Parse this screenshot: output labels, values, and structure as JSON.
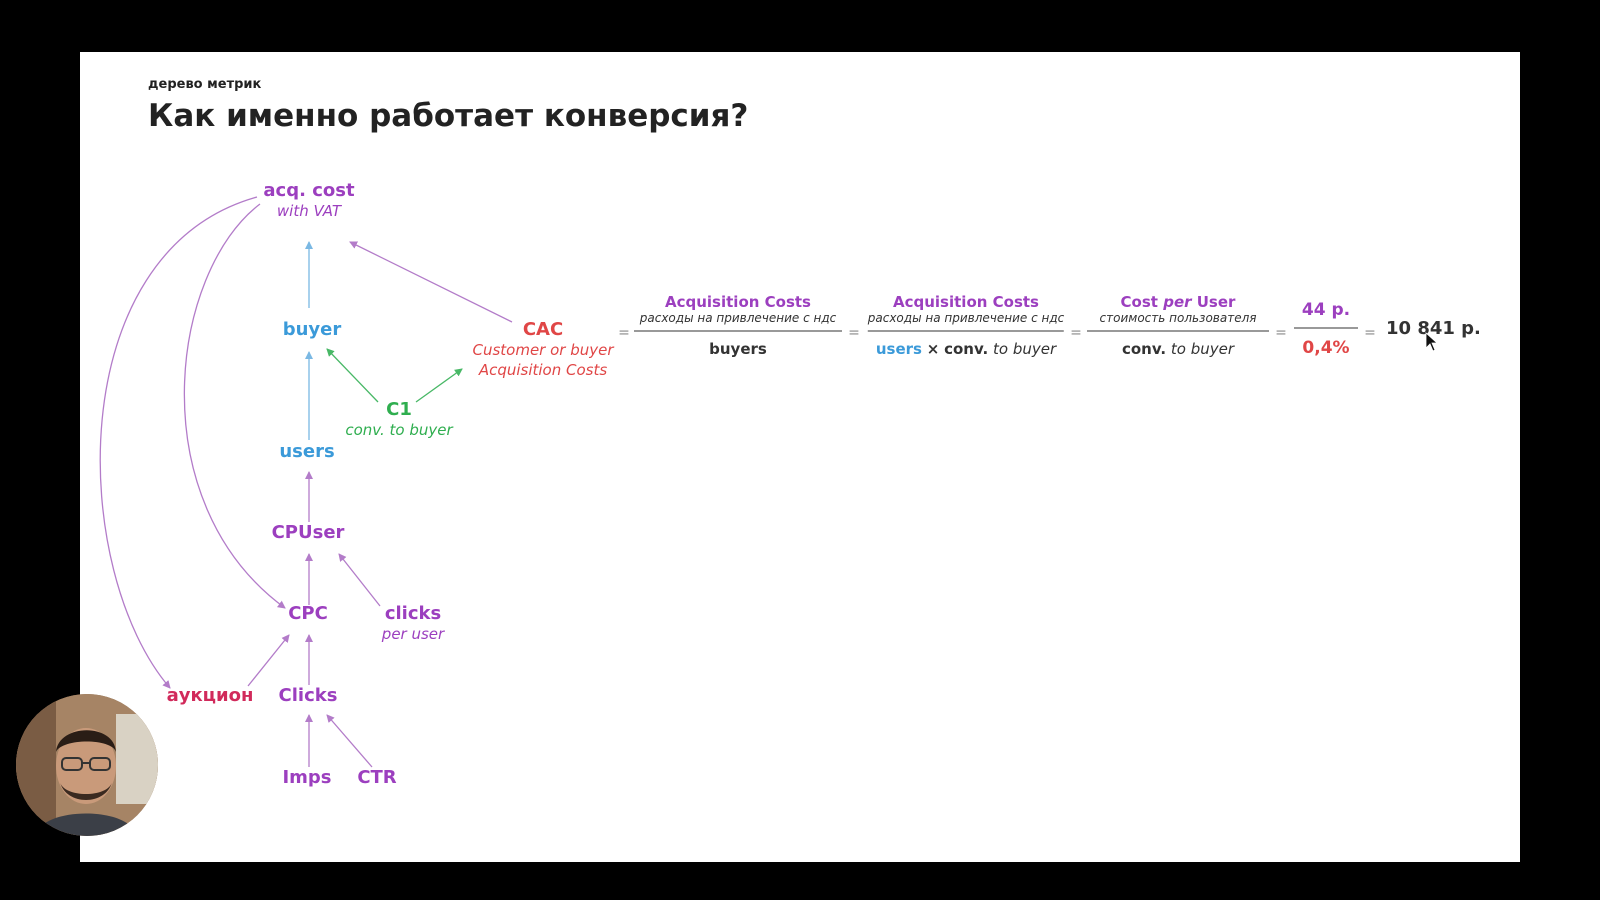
{
  "header": {
    "subtitle": "дерево метрик",
    "title": "Как именно работает конверсия?"
  },
  "tree": {
    "acq_cost": {
      "name": "acq. cost",
      "note": "with VAT"
    },
    "buyer": {
      "name": "buyer"
    },
    "cac": {
      "name": "CAC",
      "note1": "Customer or buyer",
      "note2": "Acquisition Costs"
    },
    "c1": {
      "name": "C1",
      "note": "conv. to buyer"
    },
    "users": {
      "name": "users"
    },
    "cpuser": {
      "name": "CPUser"
    },
    "cpc": {
      "name": "CPC"
    },
    "clicks_per_user": {
      "name": "clicks",
      "note": "per user"
    },
    "auction": {
      "name": "аукцион"
    },
    "clicks": {
      "name": "Clicks"
    },
    "imps": {
      "name": "Imps"
    },
    "ctr": {
      "name": "CTR"
    }
  },
  "formula": {
    "eq": "=",
    "f1": {
      "num": "Acquisition Costs",
      "sub": "расходы на привлечение с ндс",
      "den": "buyers"
    },
    "f2": {
      "num": "Acquisition Costs",
      "sub": "расходы на привлечение с ндс",
      "den_users": "users",
      "den_times": "×",
      "den_conv": "conv.",
      "den_to": "to buyer"
    },
    "f3": {
      "num_a": "Cost",
      "num_b": "per",
      "num_c": "User",
      "sub": "стоимость пользователя",
      "den_conv": "conv.",
      "den_to": "to buyer"
    },
    "f4": {
      "num": "44 р.",
      "den": "0,4%"
    },
    "result": "10 841 р."
  },
  "colors": {
    "purple": "#9c3fbf",
    "blue": "#3b9ad9",
    "green": "#2fae4f",
    "red": "#e04646",
    "crimson": "#d12a5b"
  }
}
